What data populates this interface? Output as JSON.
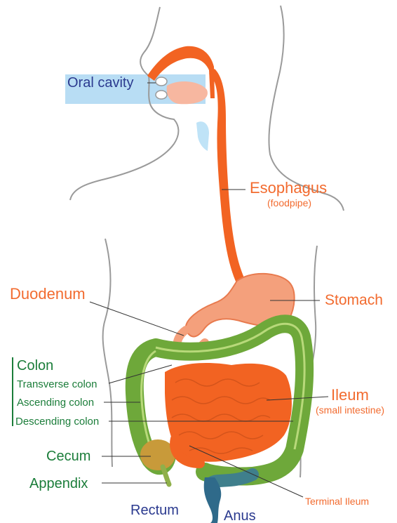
{
  "colors": {
    "orange_label": "#f26b2f",
    "green_label": "#1b7d3a",
    "blue_label": "#2b3a8f",
    "organ_orange": "#f26322",
    "stomach_salmon": "#f4a07c",
    "colon_green": "#6ea83a",
    "rectum_blue": "#2f6a8a",
    "oral_highlight": "#b8ddf4",
    "outline": "#9a9a9a"
  },
  "labels": {
    "oral_cavity": "Oral cavity",
    "esophagus": "Esophagus",
    "esophagus_sub": "(foodpipe)",
    "stomach": "Stomach",
    "duodenum": "Duodenum",
    "colon": "Colon",
    "transverse_colon": "Transverse colon",
    "ascending_colon": "Ascending colon",
    "descending_colon": "Descending colon",
    "ileum": "Ileum",
    "ileum_sub": "(small intestine)",
    "cecum": "Cecum",
    "appendix": "Appendix",
    "terminal_ileum": "Terminal Ileum",
    "rectum": "Rectum",
    "anus": "Anus"
  }
}
